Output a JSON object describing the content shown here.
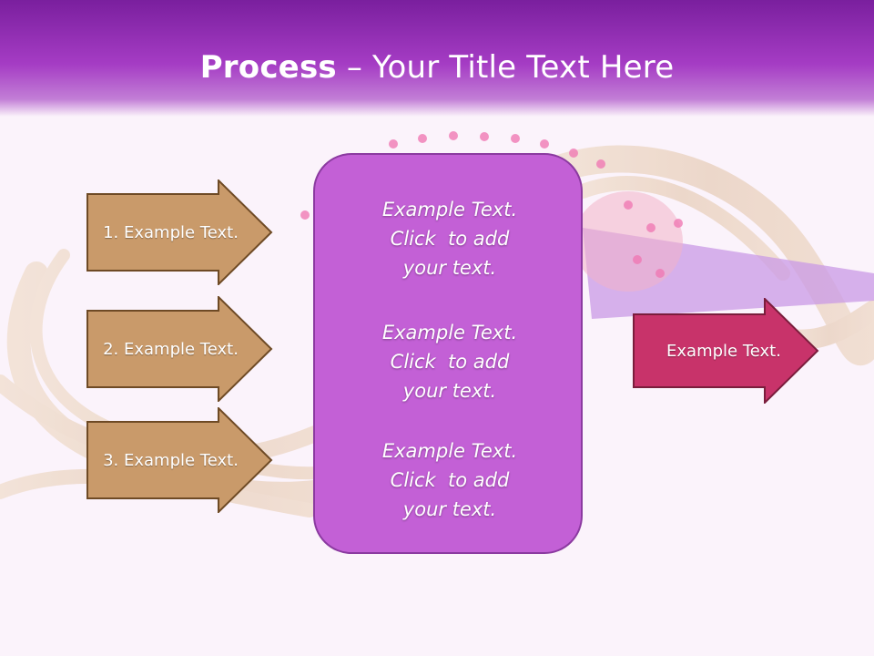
{
  "title": {
    "bold": "Process",
    "rest": " – Your Title Text Here"
  },
  "left_steps": [
    "1. Example Text.",
    "2. Example Text.",
    "3. Example Text."
  ],
  "center_blocks": [
    [
      "Example Text.",
      "Click  to add",
      "your text."
    ],
    [
      "Example Text.",
      "Click  to add",
      "your text."
    ],
    [
      "Example Text.",
      "Click  to add",
      "your text."
    ]
  ],
  "output": "Example Text.",
  "colors": {
    "header": "#a53cc4",
    "step_arrow": "#c99a6a",
    "step_border": "#6e4a25",
    "center_box": "#c360d6",
    "output_arrow": "#c8336a"
  }
}
